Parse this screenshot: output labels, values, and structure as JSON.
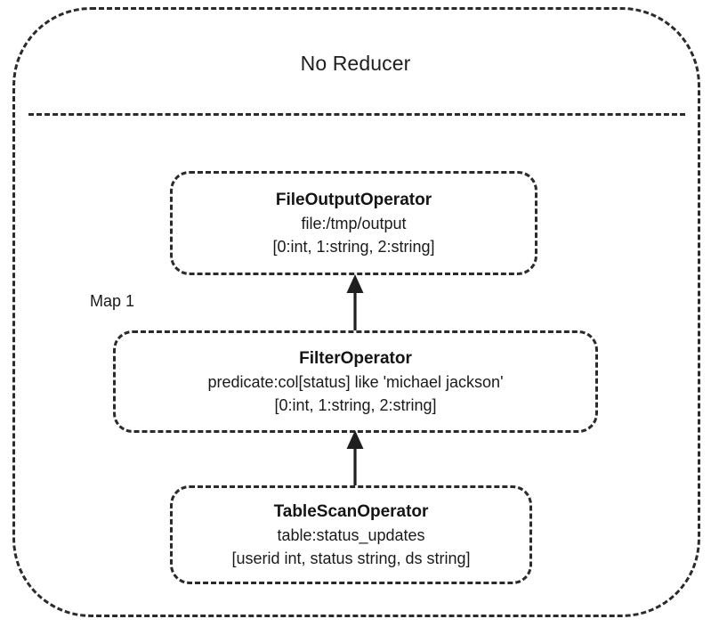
{
  "diagram": {
    "title": "No Reducer",
    "stage_label": "Map 1",
    "operators": [
      {
        "name": "FileOutputOperator",
        "detail": "file:/tmp/output",
        "schema": "[0:int, 1:string, 2:string]"
      },
      {
        "name": "FilterOperator",
        "detail": "predicate:col[status] like 'michael jackson'",
        "schema": "[0:int, 1:string, 2:string]"
      },
      {
        "name": "TableScanOperator",
        "detail": "table:status_updates",
        "schema": "[userid int, status string, ds string]"
      }
    ],
    "colors": {
      "stroke": "#2b2b2b",
      "text": "#1a1a1a",
      "background": "#ffffff"
    }
  }
}
